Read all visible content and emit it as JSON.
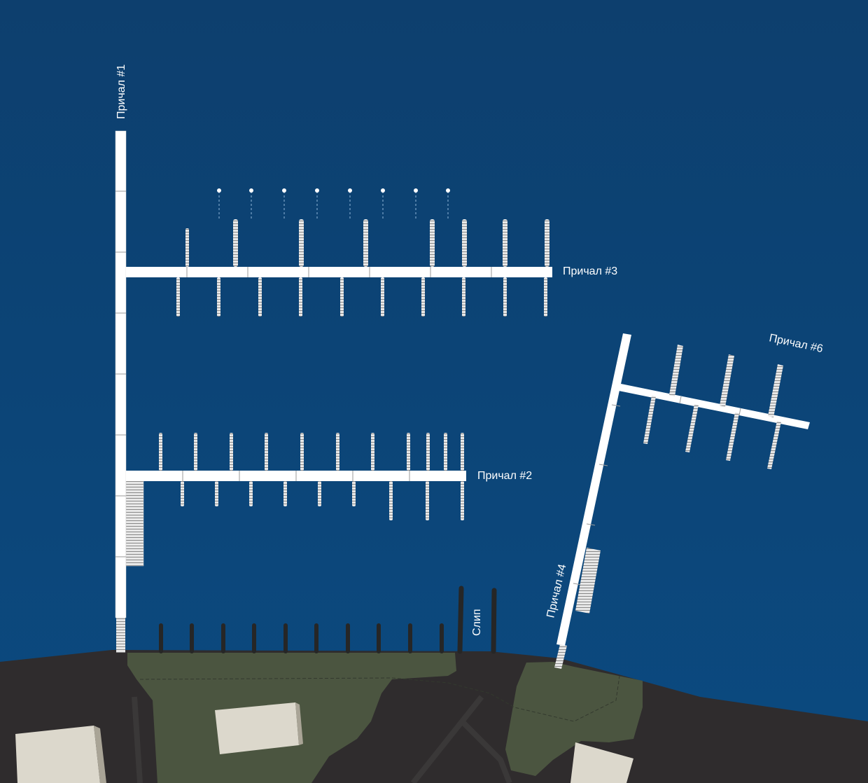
{
  "map": {
    "colors": {
      "water": "#0b4478",
      "land": "#2f2c2d",
      "green": "#4b5540",
      "building": "#dcd8cc",
      "pier": "#ffffff"
    },
    "labels": {
      "pier1": "Причал #1",
      "pier2": "Причал #2",
      "pier3": "Причал #3",
      "pier4": "Причал #4",
      "pier6": "Причал #6",
      "slip": "Слип"
    }
  }
}
